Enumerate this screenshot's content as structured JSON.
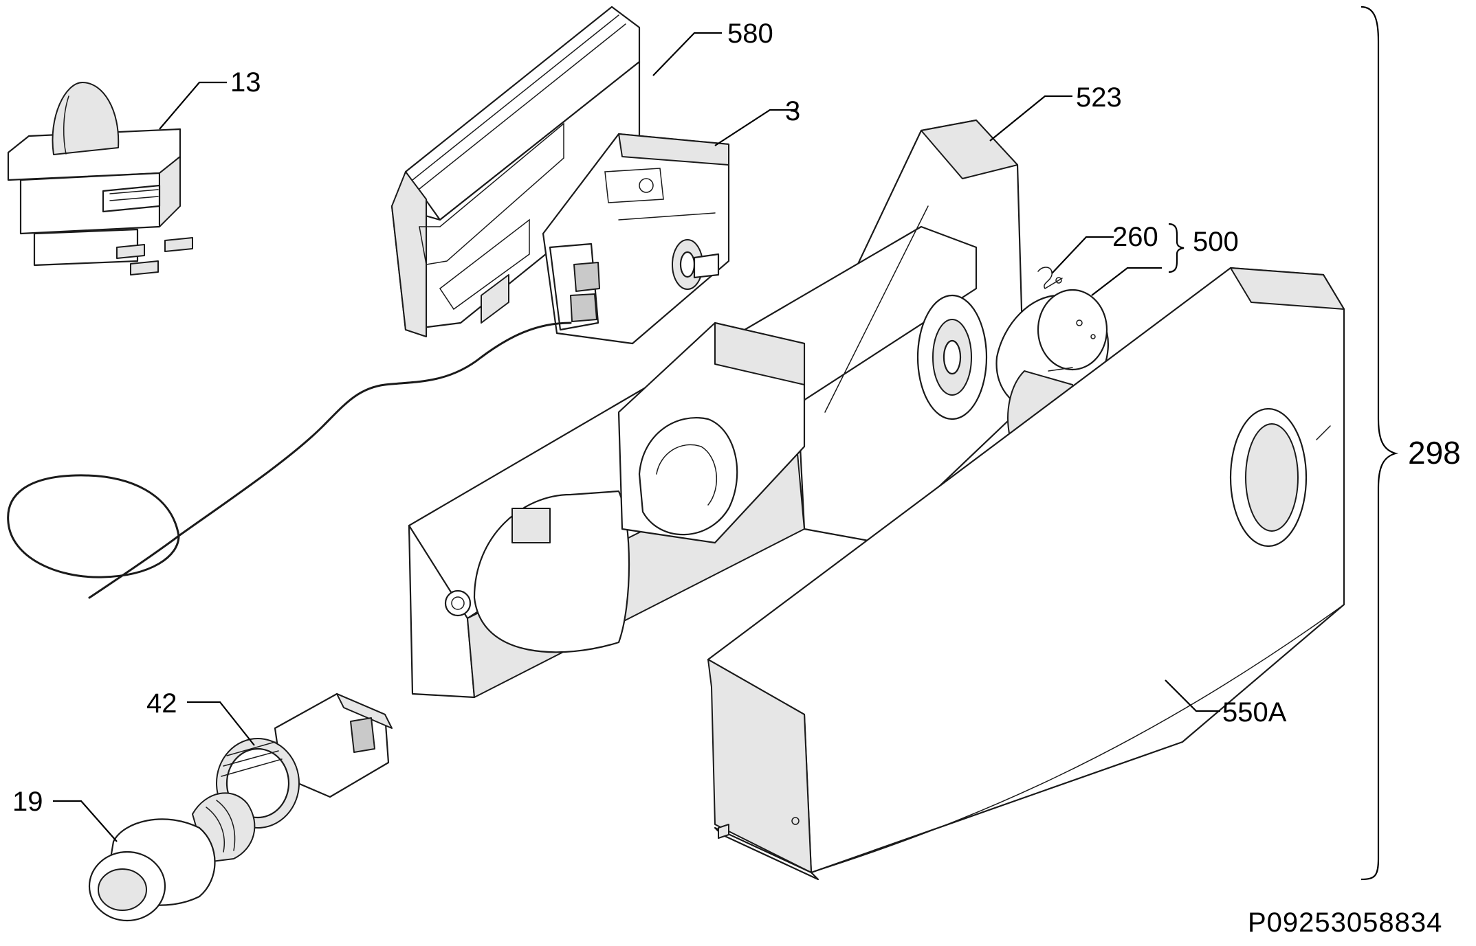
{
  "drawing_code": "P09253058834",
  "callouts": {
    "c580": "580",
    "c13": "13",
    "c3": "3",
    "c523": "523",
    "c260": "260",
    "c500": "500",
    "c298": "298",
    "c42": "42",
    "c19": "19",
    "c550a": "550A"
  },
  "parts": [
    {
      "ref": "13",
      "icon": "rocker-switch-icon"
    },
    {
      "ref": "580",
      "icon": "bracket-frame-icon"
    },
    {
      "ref": "3",
      "icon": "thermostat-icon"
    },
    {
      "ref": "523",
      "icon": "control-housing-icon"
    },
    {
      "ref": "260",
      "icon": "spring-clip-icon"
    },
    {
      "ref": "500",
      "icon": "group-brace-icon"
    },
    {
      "ref": "550A",
      "icon": "cover-panel-icon"
    },
    {
      "ref": "42",
      "icon": "lamp-holder-icon"
    },
    {
      "ref": "19",
      "icon": "light-bulb-icon"
    },
    {
      "ref": "298",
      "icon": "assembly-brace-icon"
    }
  ],
  "colors": {
    "line": "#1a1a1a",
    "background": "#ffffff",
    "shade": "#e6e6e6"
  }
}
